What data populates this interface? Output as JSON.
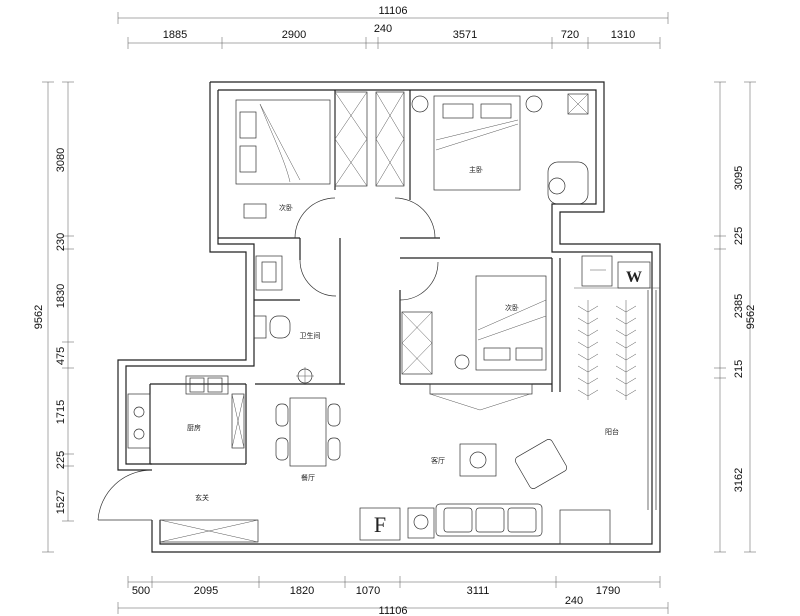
{
  "dimensions": {
    "top_total": "11106",
    "top_small": "240",
    "top_segments": [
      "1885",
      "2900",
      "3571",
      "720",
      "1310"
    ],
    "bottom_total": "11106",
    "bottom_small": "240",
    "bottom_segments": [
      "500",
      "2095",
      "1820",
      "1070",
      "3111",
      "1790"
    ],
    "left_total": "9562",
    "left_segments": [
      "3080",
      "230",
      "1830",
      "475",
      "1715",
      "225",
      "1527"
    ],
    "right_total": "9562",
    "right_segments": [
      "3095",
      "225",
      "2385",
      "215",
      "3162"
    ]
  },
  "rooms": {
    "secondary_bedroom_1": "次卧",
    "master_bedroom": "主卧",
    "secondary_bedroom_2": "次卧",
    "bathroom": "卫生间",
    "kitchen": "厨房",
    "dining_room": "餐厅",
    "living_room": "客厅",
    "balcony": "阳台",
    "entrance": "玄关"
  },
  "symbols": {
    "fridge_letter": "F",
    "washer_letter": "W"
  }
}
